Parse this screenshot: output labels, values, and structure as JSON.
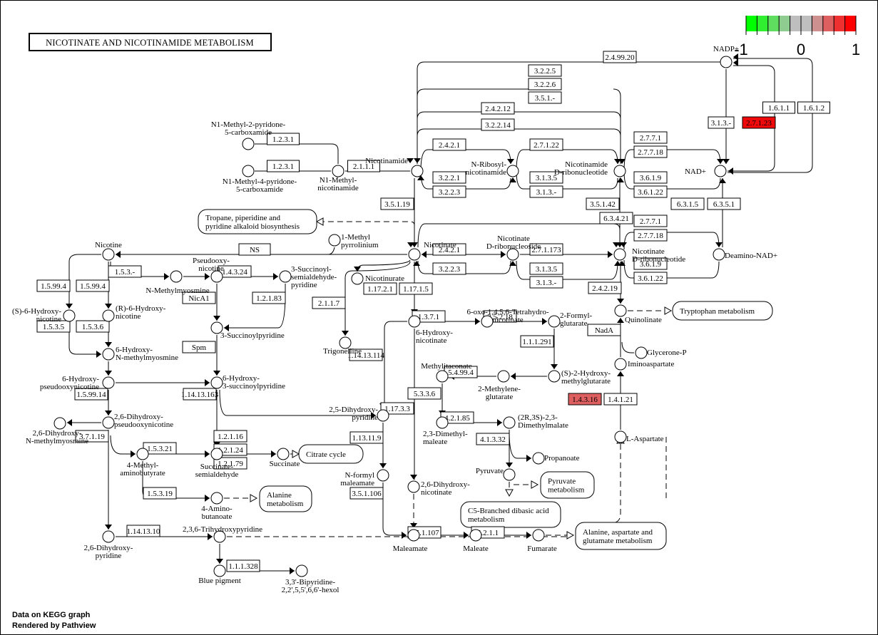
{
  "title": "NICOTINATE  AND  NICOTINAMIDE METABOLISM",
  "footer": {
    "line1": "Data on KEGG graph",
    "line2": "Rendered by Pathview"
  },
  "legend": {
    "colors": [
      "#00FF00",
      "#30EE30",
      "#5FDD5F",
      "#8FCC8F",
      "#BEBEBE",
      "#BEBEBE",
      "#CE8F8F",
      "#DE5F5F",
      "#EE3030",
      "#FF0000"
    ],
    "labels": [
      "-1",
      "0",
      "1"
    ]
  },
  "enzyme_colors": {
    "default": "#FFFFFF",
    "2.7.1.23": "#EE0A0A",
    "1.4.3.16": "#DE5F5F"
  },
  "compounds": [
    {
      "id": "nadp",
      "label": [
        "NADP+"
      ]
    },
    {
      "id": "nad",
      "label": [
        "NAD+"
      ]
    },
    {
      "id": "nicotinamide",
      "label": [
        "Nicotinamide"
      ]
    },
    {
      "id": "n1mn",
      "label": [
        "N1-Methyl-",
        "nicotinamide"
      ]
    },
    {
      "id": "n1m2p",
      "label": [
        "N1-Methyl-2-pyridone-",
        "5-carboxamide"
      ]
    },
    {
      "id": "n1m4p",
      "label": [
        "N1-Methyl-4-pyridone-",
        "5-carboxamide"
      ]
    },
    {
      "id": "nrn",
      "label": [
        "N-Ribosyl-",
        "nicotinamide"
      ]
    },
    {
      "id": "nmn",
      "label": [
        "Nicotinamide",
        "D-ribonucleotide"
      ]
    },
    {
      "id": "nicotinate",
      "label": [
        "Nicotinate"
      ]
    },
    {
      "id": "nar",
      "label": [
        "Nicotinate",
        "D-ribonucleoside"
      ]
    },
    {
      "id": "namn",
      "label": [
        "Nicotinate",
        "D-ribonucleotide"
      ]
    },
    {
      "id": "deamino",
      "label": [
        "Deamino-NAD+"
      ]
    },
    {
      "id": "mpyrr",
      "label": [
        "1-Methyl",
        "pyrrolinium"
      ]
    },
    {
      "id": "nicotinurate",
      "label": [
        "Nicotinurate"
      ]
    },
    {
      "id": "trigonelline",
      "label": [
        "Trigonelline"
      ]
    },
    {
      "id": "nicotine",
      "label": [
        "Nicotine"
      ]
    },
    {
      "id": "nmm",
      "label": [
        "N-Methylmyosmine"
      ]
    },
    {
      "id": "pseudo",
      "label": [
        "Pseudooxy-",
        "nicotine"
      ]
    },
    {
      "id": "ssp",
      "label": [
        "3-Succinoyl-",
        "semialdehyde-",
        "pyridine"
      ]
    },
    {
      "id": "sp",
      "label": [
        "3-Succinoylpyridine"
      ]
    },
    {
      "id": "s6hn",
      "label": [
        "(S)-6-Hydroxy-",
        "nicotine"
      ]
    },
    {
      "id": "r6hn",
      "label": [
        "(R)-6-Hydroxy-",
        "nicotine"
      ]
    },
    {
      "id": "h6nmm",
      "label": [
        "6-Hydroxy-",
        "N-methylmyosmine"
      ]
    },
    {
      "id": "h6pseudo",
      "label": [
        "6-Hydroxy-",
        "pseudooxynicotine"
      ]
    },
    {
      "id": "h6sp",
      "label": [
        "6-Hydroxy-",
        "3-succinoylpyridine"
      ]
    },
    {
      "id": "dh26pseudo",
      "label": [
        "2,6-Dihydroxy-",
        "pseudooxynicotine"
      ]
    },
    {
      "id": "dh26nmm",
      "label": [
        "2,6-Dihydroxy-",
        "N-methylmyosmine"
      ]
    },
    {
      "id": "mab",
      "label": [
        "4-Methyl-",
        "aminobutyrate"
      ]
    },
    {
      "id": "ssa",
      "label": [
        "Succinate-",
        "semialdehyde"
      ]
    },
    {
      "id": "succinate",
      "label": [
        "Succinate"
      ]
    },
    {
      "id": "gaba",
      "label": [
        "4-Amino-",
        "butanoate"
      ]
    },
    {
      "id": "dh26py",
      "label": [
        "2,6-Dihydroxy-",
        "pyridine"
      ]
    },
    {
      "id": "thp",
      "label": [
        "2,3,6-Trihydroxypyridine"
      ]
    },
    {
      "id": "blue",
      "label": [
        "Blue pigment"
      ]
    },
    {
      "id": "bipy",
      "label": [
        "3,3'-Bipyridine-",
        "2,2',5,5',6,6'-hexol"
      ]
    },
    {
      "id": "h6nic",
      "label": [
        "6-Hydroxy-",
        "nicotinate"
      ]
    },
    {
      "id": "oxo",
      "label": [
        "6-oxo-1,4,5,6-Tetrahydro-",
        "nicotinate"
      ]
    },
    {
      "id": "fglut",
      "label": [
        "2-Formyl-",
        "glutarate"
      ]
    },
    {
      "id": "s2h",
      "label": [
        "(S)-2-Hydroxy-",
        "methylglutarate"
      ]
    },
    {
      "id": "mglut",
      "label": [
        "2-Methylene-",
        "glutarate"
      ]
    },
    {
      "id": "mita",
      "label": [
        "Methylitaconate"
      ]
    },
    {
      "id": "dmm",
      "label": [
        "2,3-Dimethyl-",
        "maleate"
      ]
    },
    {
      "id": "dmma",
      "label": [
        "(2R,3S)-2,3-",
        "Dimethylmalate"
      ]
    },
    {
      "id": "propanoate",
      "label": [
        "Propanoate"
      ]
    },
    {
      "id": "pyruvate",
      "label": [
        "Pyruvate"
      ]
    },
    {
      "id": "dh25py",
      "label": [
        "2,5-Dihydroxy-",
        "pyridine"
      ]
    },
    {
      "id": "nfm",
      "label": [
        "N-formyl",
        "maleamate"
      ]
    },
    {
      "id": "dh26nic",
      "label": [
        "2,6-Dihydroxy-",
        "nicotinate"
      ]
    },
    {
      "id": "maleamate",
      "label": [
        "Maleamate"
      ]
    },
    {
      "id": "maleate",
      "label": [
        "Maleate"
      ]
    },
    {
      "id": "fumarate",
      "label": [
        "Fumarate"
      ]
    },
    {
      "id": "quinolinate",
      "label": [
        "Quinolinate"
      ]
    },
    {
      "id": "glycp",
      "label": [
        "Glycerone-P"
      ]
    },
    {
      "id": "iminoasp",
      "label": [
        "Iminoaspartate"
      ]
    },
    {
      "id": "asp",
      "label": [
        "L-Aspartate"
      ]
    }
  ],
  "enzymes": [
    "2.4.99.20",
    "3.2.2.5",
    "3.2.2.6",
    "3.5.1.-",
    "2.4.2.12",
    "3.2.2.14",
    "1.2.3.1",
    "1.2.3.1",
    "2.1.1.1",
    "2.4.2.1",
    "3.2.2.1",
    "3.2.2.3",
    "2.7.1.22",
    "3.1.3.5",
    "3.1.3.-",
    "2.7.7.1",
    "2.7.7.18",
    "3.6.1.9",
    "3.6.1.22",
    "3.1.3.-",
    "2.7.1.23",
    "1.6.1.1",
    "1.6.1.2",
    "3.5.1.19",
    "3.5.1.42",
    "6.3.1.5",
    "6.3.5.1",
    "6.3.4.21",
    "2.4.2.1",
    "3.2.2.3",
    "2.7.1.173",
    "3.1.3.5",
    "3.1.3.-",
    "2.7.7.1",
    "2.7.7.18",
    "3.6.1.9",
    "3.6.1.22",
    "NS",
    "1.5.3.-",
    "1.4.3.24",
    "1.5.99.4",
    "1.5.99.4",
    "NicA1",
    "1.2.1.83",
    "1.5.3.5",
    "1.5.3.6",
    "Spm",
    "1.5.99.14",
    "1.14.13.163",
    "3.7.1.19",
    "1.5.3.21",
    "1.2.1.16",
    "1.2.1.24",
    "1.2.1.79",
    "1.5.3.19",
    "1.14.13.10",
    "1.1.1.328",
    "2.1.1.7",
    "1.17.2.1",
    "1.17.1.5",
    "1.3.7.1",
    "3.5.2.18",
    "1.1.1.291",
    "1.14.13.114",
    "5.4.99.4",
    "5.3.3.6",
    "4.2.1.85",
    "4.1.3.32",
    "1.17.3.3",
    "1.13.11.9",
    "3.5.1.106",
    "3.5.1.107",
    "5.2.1.1",
    "2.4.2.19",
    "NadA",
    "1.4.3.16",
    "1.4.1.21"
  ],
  "maps": [
    {
      "id": "tropane",
      "label": [
        "Tropane, piperidine and",
        "pyridine alkaloid biosynthesis"
      ]
    },
    {
      "id": "tryptophan",
      "label": [
        "Tryptophan metabolism"
      ]
    },
    {
      "id": "citrate",
      "label": [
        "Citrate cycle"
      ]
    },
    {
      "id": "alanine",
      "label": [
        "Alanine",
        "metabolism"
      ]
    },
    {
      "id": "pyruvatemap",
      "label": [
        "Pyruvate",
        "metabolism"
      ]
    },
    {
      "id": "c5",
      "label": [
        "C5-Branched dibasic acid",
        "metabolism"
      ]
    },
    {
      "id": "ala_asp_glu",
      "label": [
        "Alanine, aspartate and",
        "glutamate metabolism"
      ]
    }
  ]
}
